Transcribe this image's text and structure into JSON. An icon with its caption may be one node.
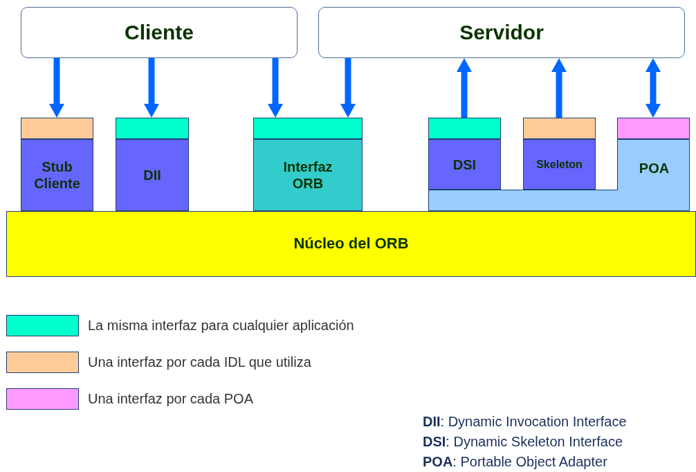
{
  "diagram": {
    "nodes": [
      {
        "text": [
          "Cliente"
        ]
      },
      {
        "text": [
          "Servidor"
        ]
      },
      {
        "text": [],
        "shape": "box"
      },
      {
        "text": [],
        "shape": "box"
      },
      {
        "text": [],
        "shape": "box"
      },
      {
        "text": [],
        "shape": "box"
      },
      {
        "text": [],
        "shape": "box"
      },
      {
        "text": [],
        "shape": "box"
      },
      {
        "text": [
          "Stub Cliente"
        ]
      },
      {
        "text": [
          "DII"
        ]
      },
      {
        "text": [
          "Interfaz ORB"
        ]
      },
      {
        "text": [
          "DSI"
        ]
      },
      {
        "text": [
          "Skeleton"
        ]
      },
      {
        "text": [
          "POA"
        ]
      },
      {
        "text": [
          "Núcleo del ORB"
        ]
      }
    ],
    "edges": [
      {
        "from": 0,
        "to": 2,
        "arrow": "to"
      },
      {
        "from": 0,
        "to": 3,
        "arrow": "to"
      },
      {
        "from": 0,
        "to": 4,
        "arrow": "to"
      },
      {
        "from": 1,
        "to": 4,
        "arrow": "to"
      },
      {
        "from": 5,
        "to": 1,
        "arrow": "to"
      },
      {
        "from": 6,
        "to": 1,
        "arrow": "to"
      },
      {
        "from": 7,
        "to": 1,
        "arrow": "both"
      }
    ],
    "labels": [
      "**DII**: Dynamic Invocation Interface",
      "**DSI**: Dynamic Skeleton Interface",
      "**POA**: Portable Object Adapter"
    ],
    "legend": [
      {
        "text": "La misma interfaz para cualquier aplicación",
        "color": "#00ffcc"
      },
      {
        "text": "Una interfaz por cada IDL que utiliza",
        "color": "#ffcc99"
      },
      {
        "text": "Una interfaz por cada POA",
        "color": "#ff99ff"
      }
    ]
  }
}
